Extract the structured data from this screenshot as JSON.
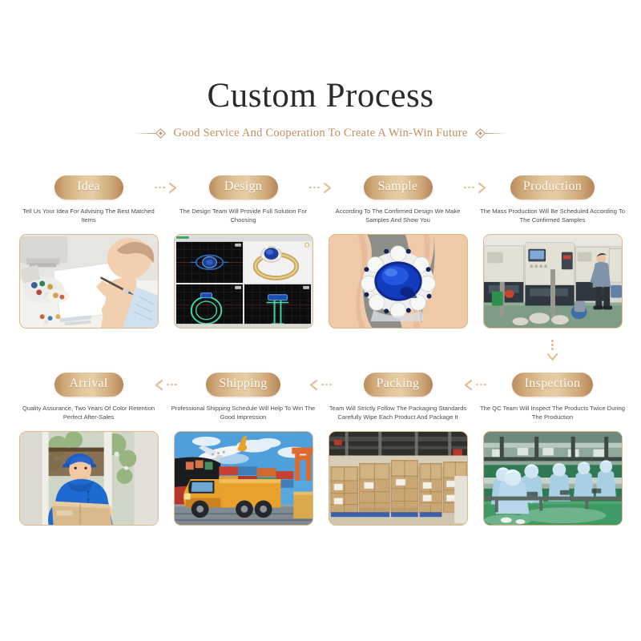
{
  "header": {
    "title": "Custom Process",
    "subtitle": "Good Service And Cooperation To Create A Win-Win Future"
  },
  "colors": {
    "gold": "#c08f62",
    "badge_light": "#e6cda6",
    "badge_dark": "#b5855a",
    "arrow": "#e3bd91",
    "frame_border": "#ddb98c",
    "title_text": "#2b2b2b",
    "caption_text": "#4c4c4c"
  },
  "rows": [
    {
      "direction": "forward",
      "steps": [
        {
          "badge": "Idea",
          "caption": "Tell Us Your Idea For Advising The Best Matched Items",
          "image_name": "idea-photo-designer-sketching"
        },
        {
          "badge": "Design",
          "caption": "The Design Team Will Provide Full Solution For Choosing",
          "image_name": "design-photo-cad-ring-software"
        },
        {
          "badge": "Sample",
          "caption": "According To The Confirmed Design We Make Samples And Show You",
          "image_name": "sample-photo-sapphire-ring-in-hand"
        },
        {
          "badge": "Production",
          "caption": "The Mass Production Will Be Scheduled According To The Confirmed Samples",
          "image_name": "production-photo-factory-cnc-machines"
        }
      ]
    },
    {
      "direction": "reverse",
      "steps": [
        {
          "badge": "Arrival",
          "caption": "Quality Assurance, Two Years Of Color Retention Perfect After-Sales",
          "image_name": "arrival-photo-delivery-man-with-box"
        },
        {
          "badge": "Shipping",
          "caption": "Professional Shipping Schedule Will Help To Win The Good Impression",
          "image_name": "shipping-photo-truck-plane-containers"
        },
        {
          "badge": "Packing",
          "caption": "Team Will Strictly Follow The Packaging Standards Carefully Wipe Each Product And Package It",
          "image_name": "packing-photo-warehouse-cartons"
        },
        {
          "badge": "Inspection",
          "caption": "The QC Team Will Inspect The Products Twice During The Production",
          "image_name": "inspection-photo-qc-workers-assembly-line"
        }
      ]
    }
  ]
}
